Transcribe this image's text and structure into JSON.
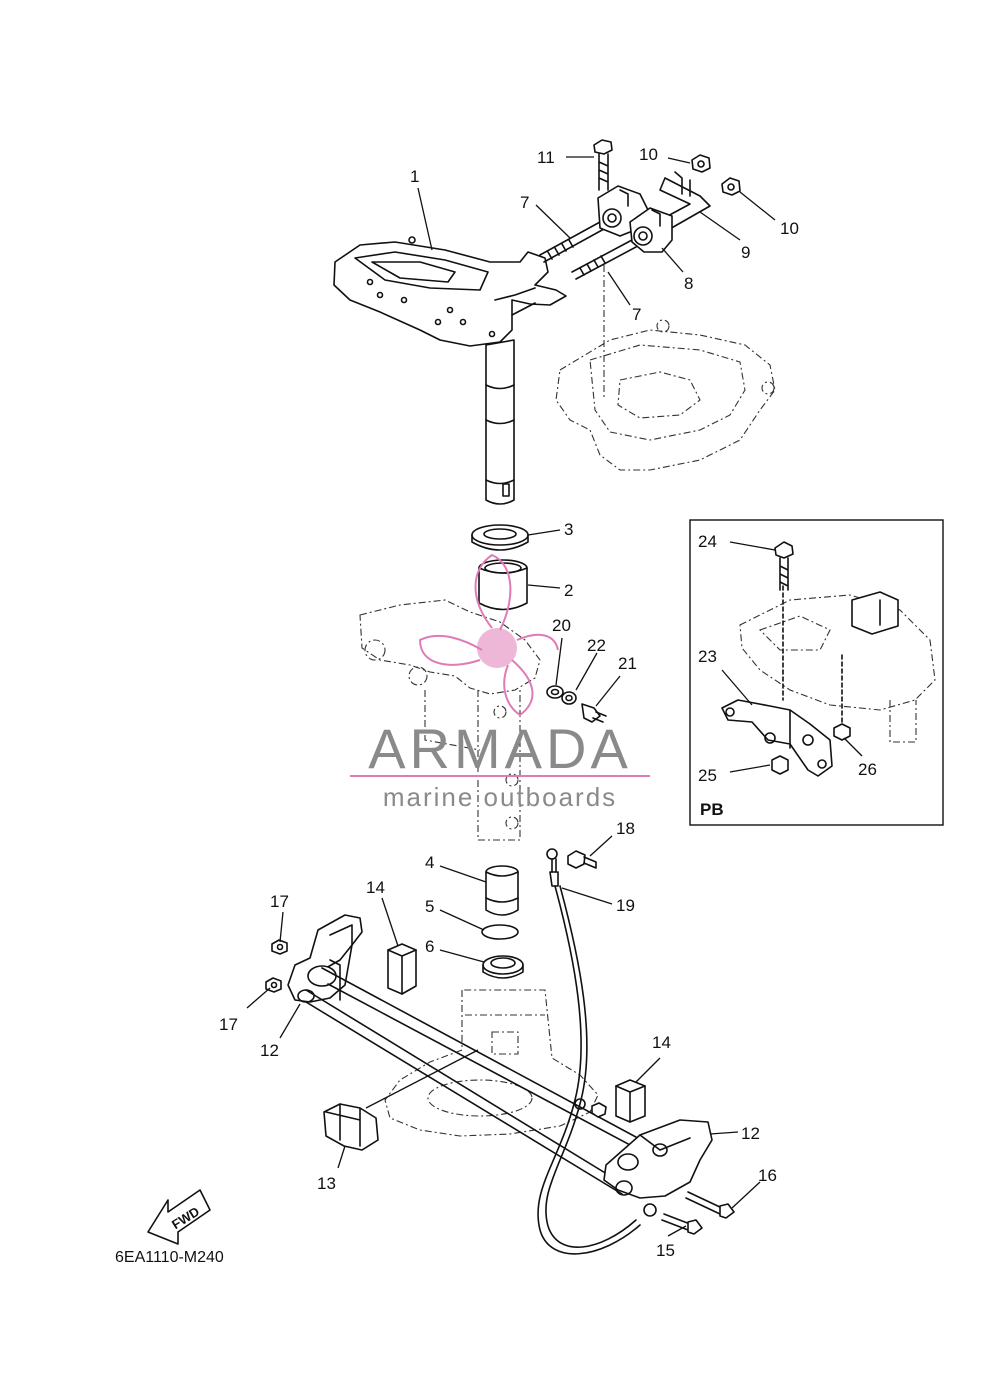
{
  "diagram": {
    "drawing_code": "6EA1110-M240",
    "fwd_label": "FWD",
    "inset_label": "PB",
    "colors": {
      "ink": "#111111",
      "watermark_gray": "#8a8a8a",
      "watermark_pink": "#e07bb8"
    },
    "callouts": {
      "c1": "1",
      "c2": "2",
      "c3": "3",
      "c4": "4",
      "c5": "5",
      "c6": "6",
      "c7a": "7",
      "c7b": "7",
      "c8": "8",
      "c9": "9",
      "c10a": "10",
      "c10b": "10",
      "c11": "11",
      "c12a": "12",
      "c12b": "12",
      "c13": "13",
      "c14a": "14",
      "c14b": "14",
      "c15": "15",
      "c16": "16",
      "c17a": "17",
      "c17b": "17",
      "c18": "18",
      "c19": "19",
      "c20": "20",
      "c21": "21",
      "c22": "22",
      "c23": "23",
      "c24": "24",
      "c25": "25",
      "c26": "26"
    }
  },
  "watermark": {
    "brand": "ARMADA",
    "tagline": "marine outboards",
    "logo": "propeller-logo"
  }
}
